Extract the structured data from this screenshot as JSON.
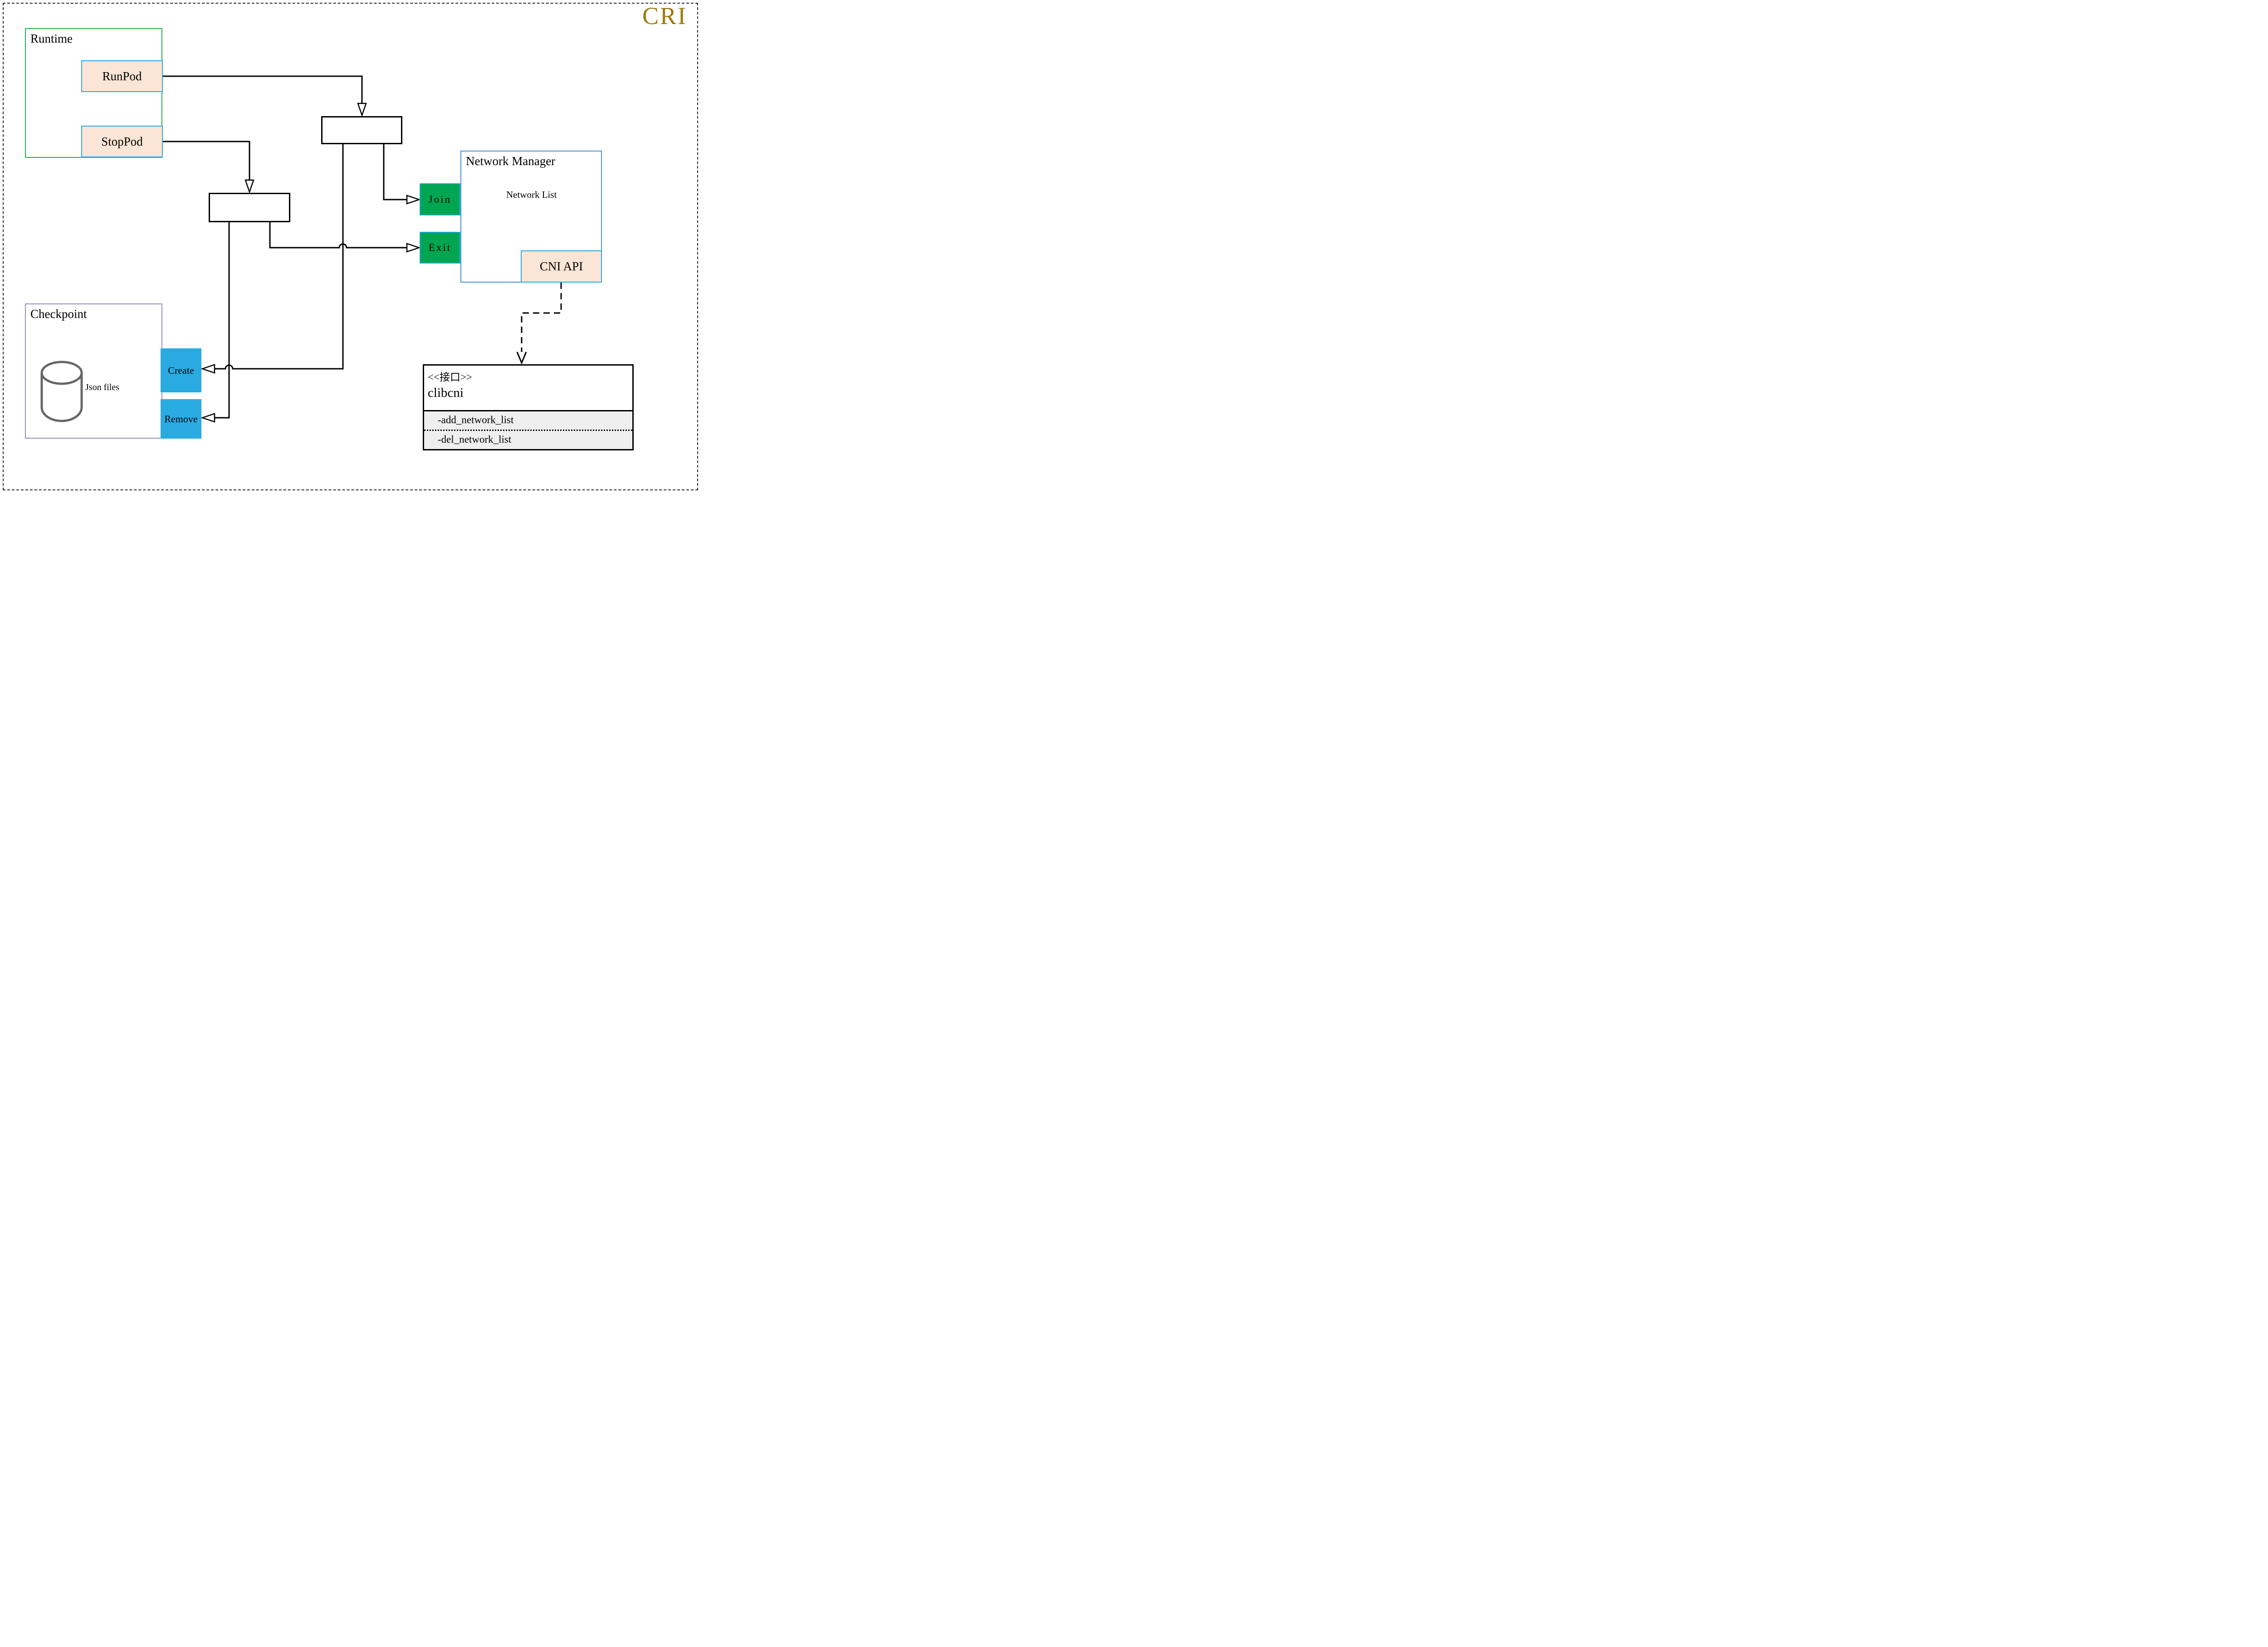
{
  "page": {
    "badge": "CRI"
  },
  "runtime": {
    "title": "Runtime",
    "run_pod_label": "RunPod",
    "stop_pod_label": "StopPod"
  },
  "network_manager": {
    "title": "Network Manager",
    "datastore_label": "Network List",
    "join_label": "Join",
    "exit_label": "Exit",
    "cni_api_label": "CNI API"
  },
  "checkpoint": {
    "title": "Checkpoint",
    "datastore_label": "Json files",
    "create_label": "Create",
    "remove_label": "Remove"
  },
  "clibcni": {
    "stereotype": "<<接口>>",
    "name": "clibcni",
    "methods": [
      "-add_network_list",
      "-del_network_list"
    ]
  },
  "icons": {
    "network_list_icon": "database-cylinder",
    "json_files_icon": "database-cylinder"
  },
  "colors": {
    "cri_gold": "#A0790A",
    "runtime_border_green": "#22B14C",
    "peach_fill": "#FBE5D6",
    "cyan_border": "#29ABE2",
    "node_green": "#00A651",
    "node_cyan": "#29ABE2",
    "network_manager_border_blue": "#4A90D2",
    "checkpoint_border_purple": "#9B8EC4",
    "methods_section_gray": "#EFEFEF",
    "cylinder_gray": "#666666",
    "line_black": "#000000"
  },
  "connections": [
    {
      "from": "RunPod",
      "to": "junction-box-top",
      "style": "solid",
      "arrow": "open-triangle-down"
    },
    {
      "from": "StopPod",
      "to": "junction-box-middle",
      "style": "solid",
      "arrow": "open-triangle-down"
    },
    {
      "from": "junction-box-top",
      "to": "Join",
      "style": "solid",
      "arrow": "open-triangle-right"
    },
    {
      "from": "junction-box-top",
      "to": "Create",
      "style": "solid",
      "arrow": "open-triangle-left"
    },
    {
      "from": "junction-box-middle",
      "to": "Exit",
      "style": "solid",
      "arrow": "open-triangle-right"
    },
    {
      "from": "junction-box-middle",
      "to": "Remove",
      "style": "solid",
      "arrow": "open-triangle-left"
    },
    {
      "from": "CNI API",
      "to": "clibcni",
      "style": "dashed",
      "arrow": "open-v-down"
    }
  ]
}
